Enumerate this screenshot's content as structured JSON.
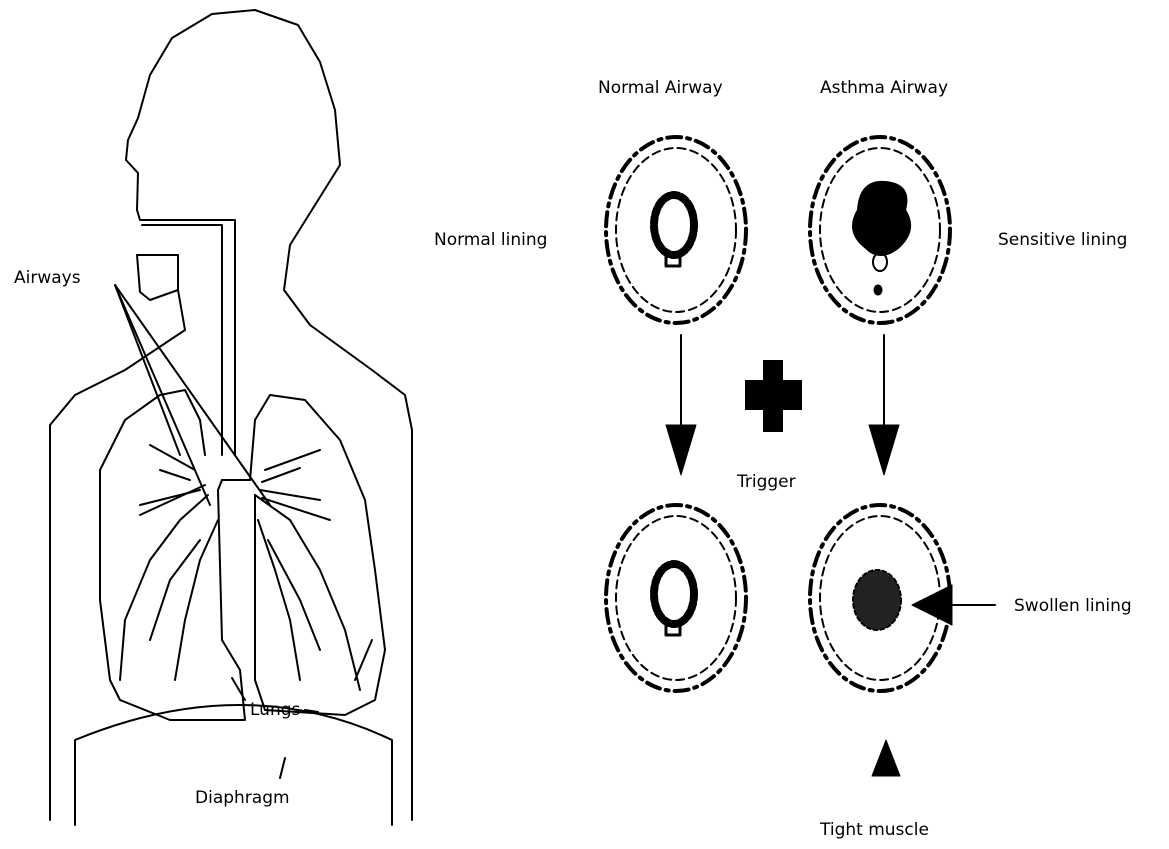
{
  "colors": {
    "ink": "#000000",
    "paper": "#ffffff"
  },
  "labels": {
    "airways": "Airways",
    "lungs": "Lungs",
    "diaphragm": "Diaphragm",
    "normal_airway": "Normal Airway",
    "asthma_airway": "Asthma Airway",
    "normal_lining": "Normal lining",
    "sensitive_lining": "Sensitive lining",
    "trigger": "Trigger",
    "swollen_lining": "Swollen lining",
    "tight_muscle": "Tight muscle"
  },
  "icons": {
    "trigger_symbol": "plus-icon",
    "arrow": "arrow-down-icon"
  }
}
